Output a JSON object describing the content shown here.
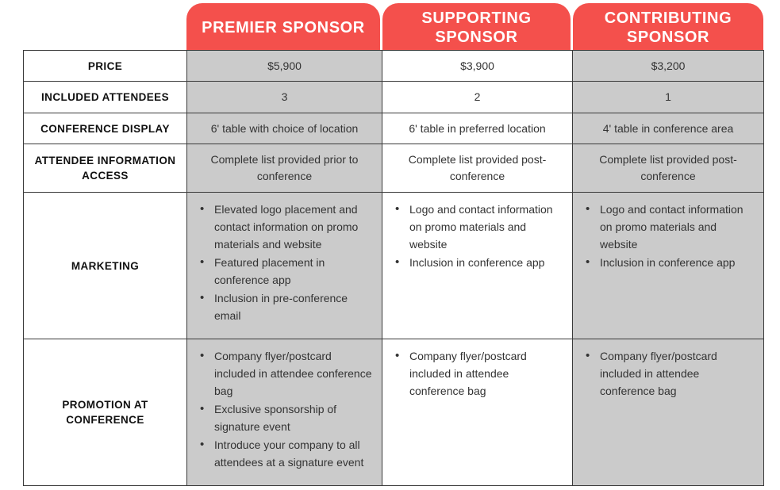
{
  "theme": {
    "accent": "#f4504c",
    "shade": "#cbcbcb",
    "text": "#333333",
    "border": "#3a3a3a"
  },
  "headers": [
    {
      "label": "PREMIER SPONSOR"
    },
    {
      "label": "SUPPORTING SPONSOR"
    },
    {
      "label": "CONTRIBUTING SPONSOR"
    }
  ],
  "rows": [
    {
      "label": "PRICE",
      "cells": [
        {
          "text": "$5,900"
        },
        {
          "text": "$3,900"
        },
        {
          "text": "$3,200"
        }
      ]
    },
    {
      "label": "INCLUDED ATTENDEES",
      "cells": [
        {
          "text": "3"
        },
        {
          "text": "2"
        },
        {
          "text": "1"
        }
      ]
    },
    {
      "label": "CONFERENCE DISPLAY",
      "cells": [
        {
          "text": "6' table with choice of location"
        },
        {
          "text": "6' table in preferred location"
        },
        {
          "text": "4' table in conference area"
        }
      ]
    },
    {
      "label": "ATTENDEE INFORMATION ACCESS",
      "cells": [
        {
          "text": "Complete list provided prior to conference"
        },
        {
          "text": "Complete list provided post-conference"
        },
        {
          "text": "Complete list provided post-conference"
        }
      ]
    },
    {
      "label": "MARKETING",
      "cells": [
        {
          "bullets": [
            "Elevated logo placement and contact information on promo materials and website",
            "Featured placement in conference app",
            "Inclusion in pre-conference email"
          ]
        },
        {
          "bullets": [
            "Logo and contact information on promo materials and website",
            "Inclusion in conference app"
          ]
        },
        {
          "bullets": [
            "Logo and contact information on promo materials and website",
            "Inclusion in conference app"
          ]
        }
      ]
    },
    {
      "label": "PROMOTION AT CONFERENCE",
      "cells": [
        {
          "bullets": [
            "Company flyer/postcard included in attendee conference bag",
            "Exclusive sponsorship of signature event",
            "Introduce your company to all attendees at a signature event"
          ]
        },
        {
          "bullets": [
            "Company flyer/postcard included in attendee conference bag"
          ]
        },
        {
          "bullets": [
            "Company flyer/postcard included in attendee conference bag"
          ]
        }
      ]
    }
  ]
}
